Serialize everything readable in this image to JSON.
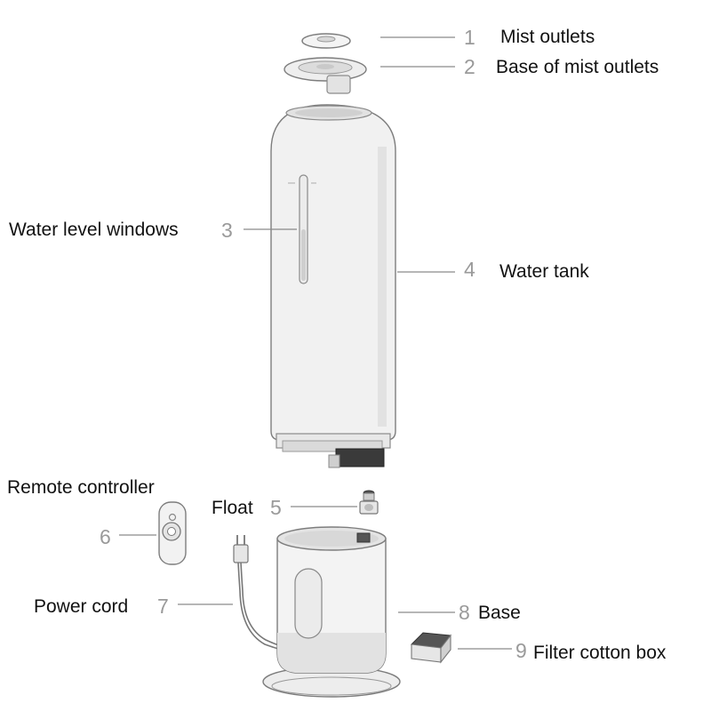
{
  "colors": {
    "number": "#9a9a9a",
    "label": "#111111",
    "leader": "#8a8a8a",
    "body_fill": "#f1f1f1",
    "outline": "#7d7d7d"
  },
  "parts": [
    {
      "number": "1",
      "label": "Mist outlets"
    },
    {
      "number": "2",
      "label": "Base of mist outlets"
    },
    {
      "number": "3",
      "label": "Water level windows"
    },
    {
      "number": "4",
      "label": "Water tank"
    },
    {
      "number": "5",
      "label": "Float"
    },
    {
      "number": "6",
      "label": "Remote controller"
    },
    {
      "number": "7",
      "label": "Power cord"
    },
    {
      "number": "8",
      "label": "Base"
    },
    {
      "number": "9",
      "label": "Filter cotton box"
    }
  ]
}
